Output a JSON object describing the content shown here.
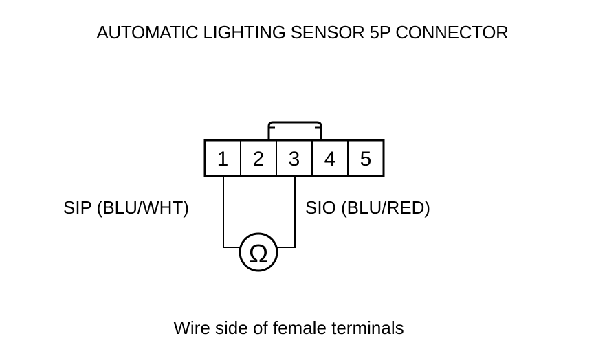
{
  "title": "AUTOMATIC LIGHTING SENSOR 5P CONNECTOR",
  "connector": {
    "terminals": [
      "1",
      "2",
      "3",
      "4",
      "5"
    ]
  },
  "wires": {
    "left_label": "SIP (BLU/WHT)",
    "right_label": "SIO (BLU/RED)"
  },
  "meter": {
    "symbol": "Ω",
    "icon": "ohmmeter-icon"
  },
  "caption": "Wire side of female terminals",
  "colors": {
    "line": "#000000",
    "background": "#ffffff"
  }
}
